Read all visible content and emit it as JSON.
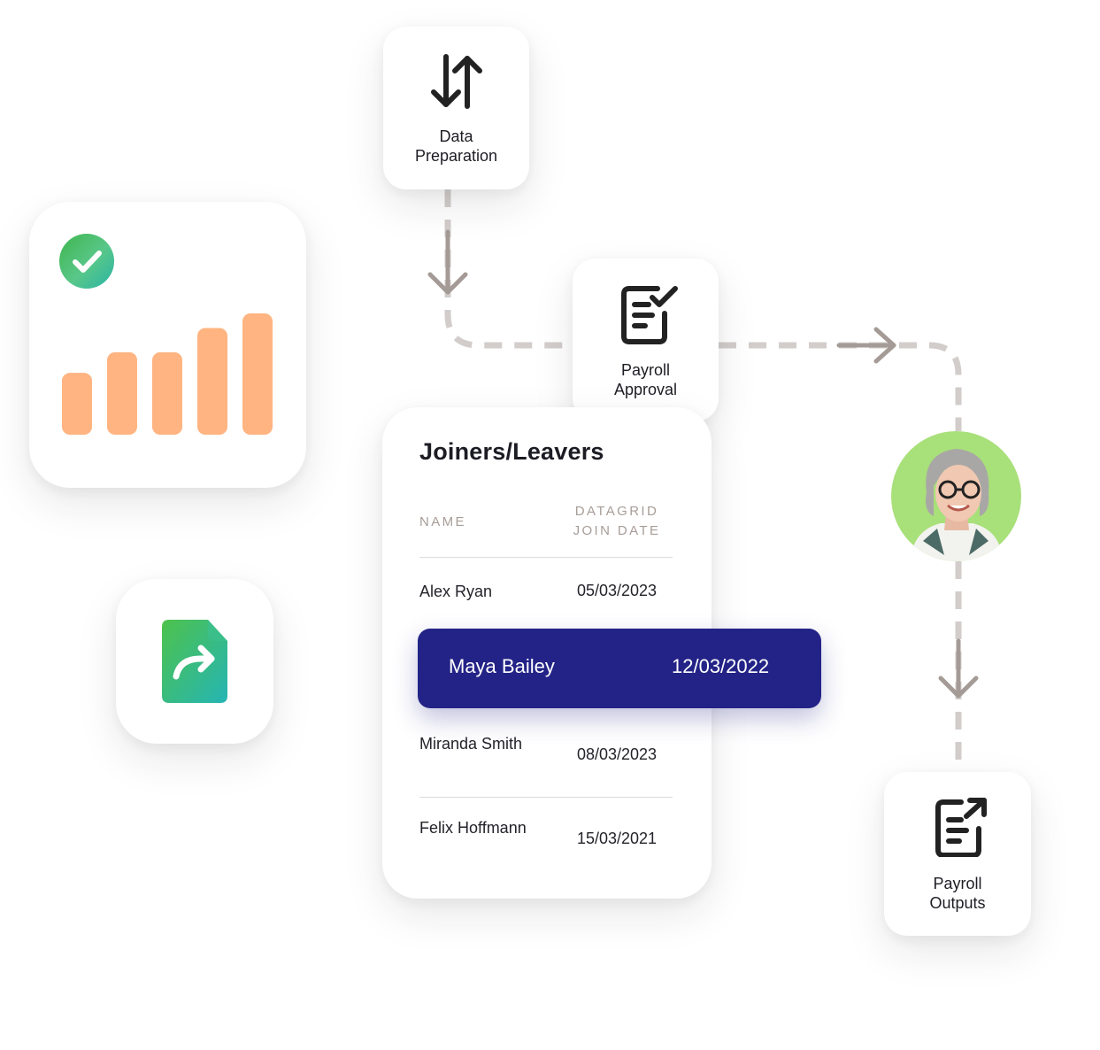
{
  "nodes": {
    "data_preparation": {
      "label": "Data\nPreparation",
      "icon": "up-down-arrows-icon"
    },
    "payroll_approval": {
      "label": "Payroll\nApproval",
      "icon": "document-check-icon"
    },
    "payroll_outputs": {
      "label": "Payroll\nOutputs",
      "icon": "document-export-icon"
    }
  },
  "chart_card": {
    "badge_icon": "check-circle-icon",
    "bar_values": [
      0.51,
      0.68,
      0.68,
      0.88,
      1.0
    ],
    "bar_color": "#ffb481"
  },
  "file_card": {
    "icon": "file-share-icon"
  },
  "avatar": {
    "icon": "user-avatar",
    "bg_color": "#a8e07a"
  },
  "table": {
    "title": "Joiners/Leavers",
    "columns": {
      "name": "NAME",
      "date": "DATAGRID\nJOIN DATE"
    },
    "rows": [
      {
        "name": "Alex Ryan",
        "date": "05/03/2023"
      },
      {
        "name": "Miranda Smith",
        "date": "08/03/2023"
      },
      {
        "name": "Felix Hoffmann",
        "date": "15/03/2021"
      }
    ],
    "selected": {
      "name": "Maya Bailey",
      "date": "12/03/2022"
    }
  },
  "colors": {
    "accent_navy": "#232387",
    "connector": "#d2cdcb",
    "arrow": "#a59b96",
    "chart_bar": "#ffb481",
    "header_text": "#a79d98"
  }
}
